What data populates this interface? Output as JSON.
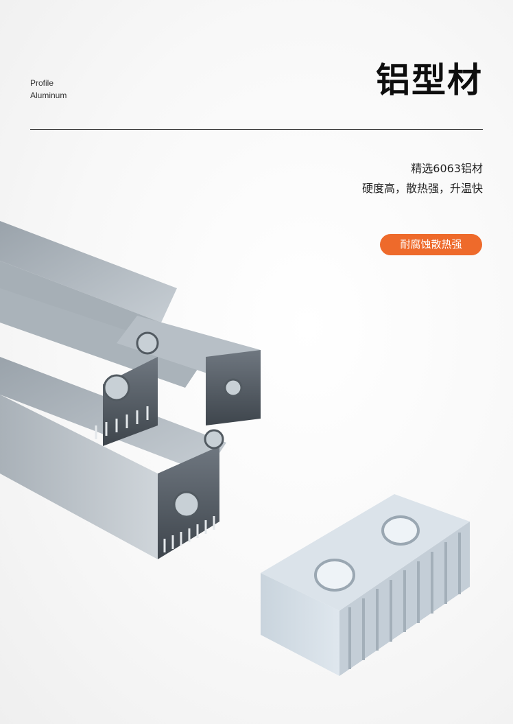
{
  "header": {
    "english_line1": "Profile",
    "english_line2": "Aluminum",
    "title": "铝型材"
  },
  "features": {
    "line1": "精选6063铝材",
    "line2": "硬度高，散热强，升温快",
    "badge": "耐腐蚀散热强"
  },
  "colors": {
    "accent": "#ee6a2b",
    "metal": "#b9c3cc"
  }
}
